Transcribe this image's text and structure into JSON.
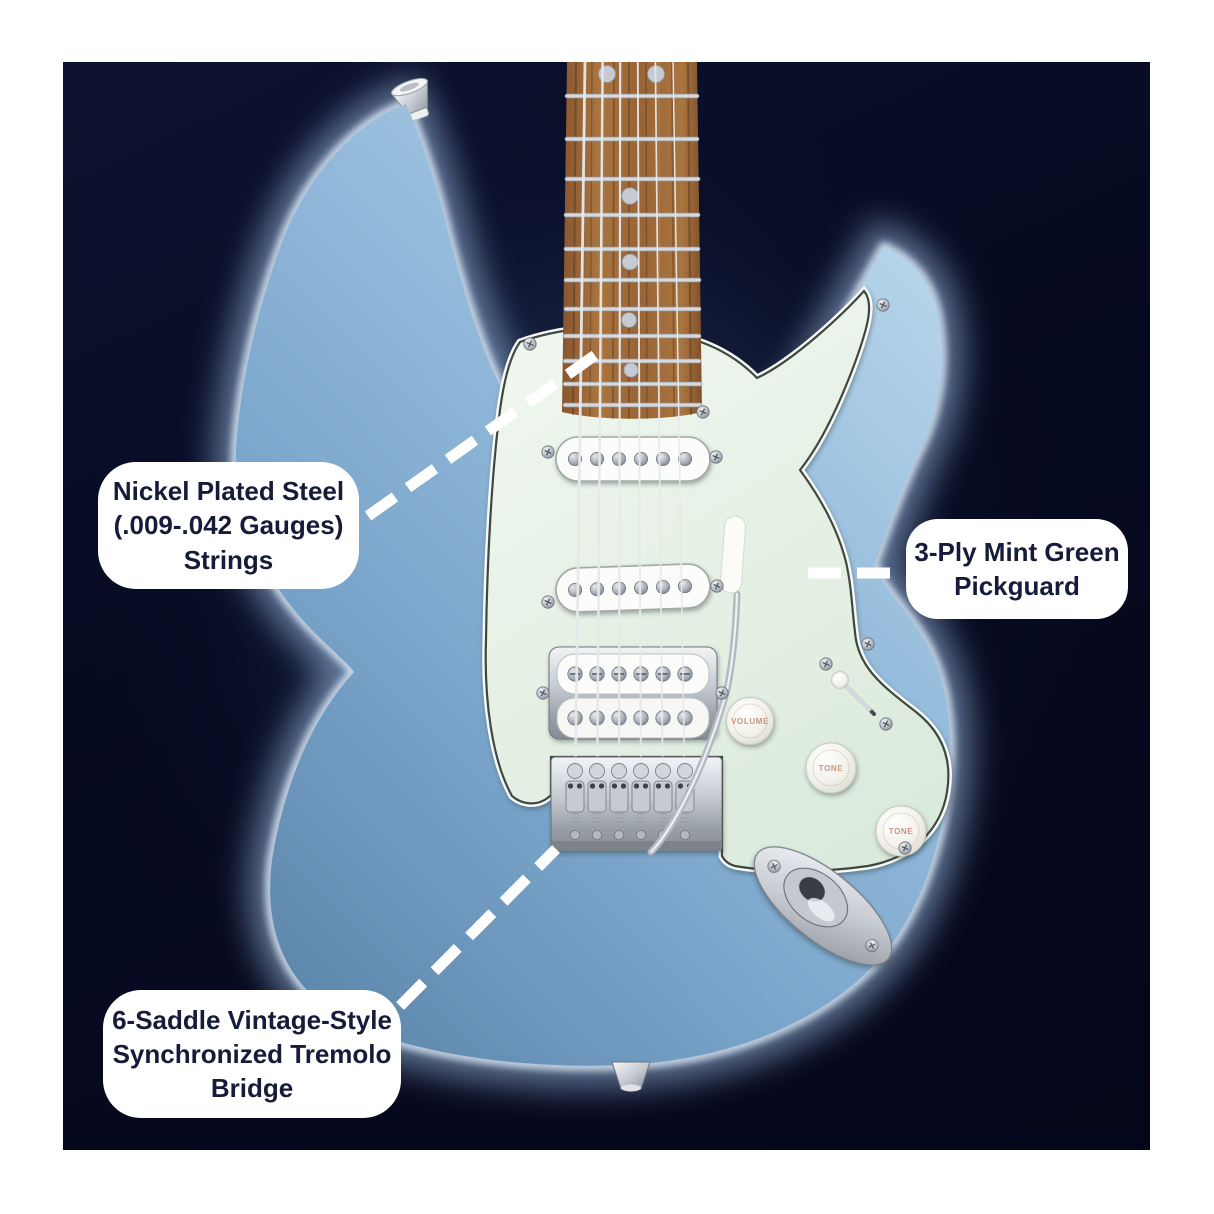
{
  "callouts": [
    {
      "id": "strings",
      "lines": [
        "Nickel Plated Steel",
        "(.009-.042 Gauges)",
        "Strings"
      ]
    },
    {
      "id": "pickguard",
      "lines": [
        "3-Ply Mint Green",
        "Pickguard"
      ]
    },
    {
      "id": "bridge",
      "lines": [
        "6-Saddle Vintage-Style",
        "Synchronized Tremolo",
        "Bridge"
      ]
    }
  ],
  "knobs": [
    {
      "label": "VOLUME"
    },
    {
      "label": "TONE"
    },
    {
      "label": "TONE"
    }
  ],
  "colors": {
    "background_navy": "#05071a",
    "body_ice_blue": "#8fb6d8",
    "pickguard_mint": "#e3efe2",
    "callout_text_navy": "#151b38",
    "glow_blue": "#bcd8ee",
    "fretboard_rosewood": "#9a6436",
    "chrome": "#c9cdd4"
  }
}
